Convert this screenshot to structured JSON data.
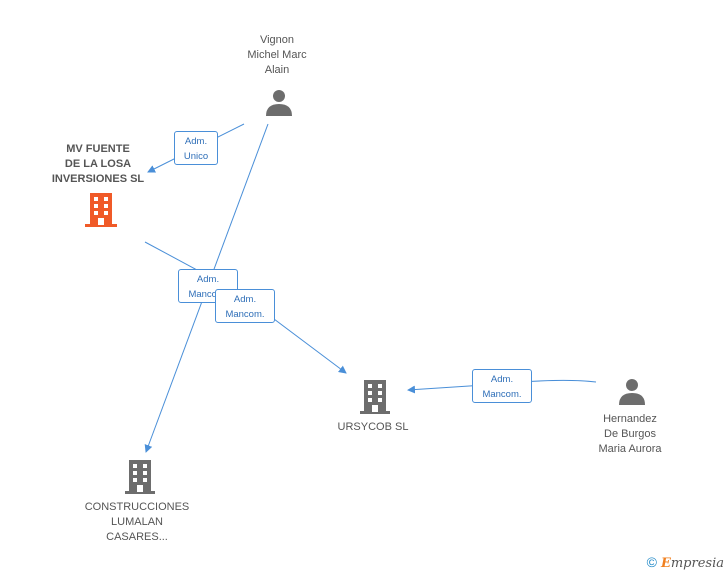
{
  "nodes": {
    "vignon": {
      "label": "Vignon\nMichel Marc\nAlain",
      "type": "person"
    },
    "mv_fuente": {
      "label": "MV FUENTE\nDE LA LOSA\nINVERSIONES SL",
      "type": "company",
      "highlight": true
    },
    "ursycob": {
      "label": "URSYCOB SL",
      "type": "company"
    },
    "construcciones": {
      "label": "CONSTRUCCIONES\nLUMALAN\nCASARES...",
      "type": "company"
    },
    "hernandez": {
      "label": "Hernandez\nDe Burgos\nMaria Aurora",
      "type": "person"
    }
  },
  "edges": [
    {
      "from": "vignon",
      "to": "mv_fuente",
      "label": "Adm.\nUnico"
    },
    {
      "from": "vignon",
      "to": "construcciones",
      "label": "Adm.\nMancom."
    },
    {
      "from": "mv_fuente",
      "to": "ursycob",
      "label": "Adm.\nMancom."
    },
    {
      "from": "hernandez",
      "to": "ursycob",
      "label": "Adm.\nMancom."
    }
  ],
  "footer": {
    "copyright_symbol": "©",
    "brand_first": "E",
    "brand_rest": "mpresia"
  },
  "colors": {
    "edge": "#4a8fd8",
    "icon": "#6d6d6d",
    "highlight": "#f05a28"
  }
}
